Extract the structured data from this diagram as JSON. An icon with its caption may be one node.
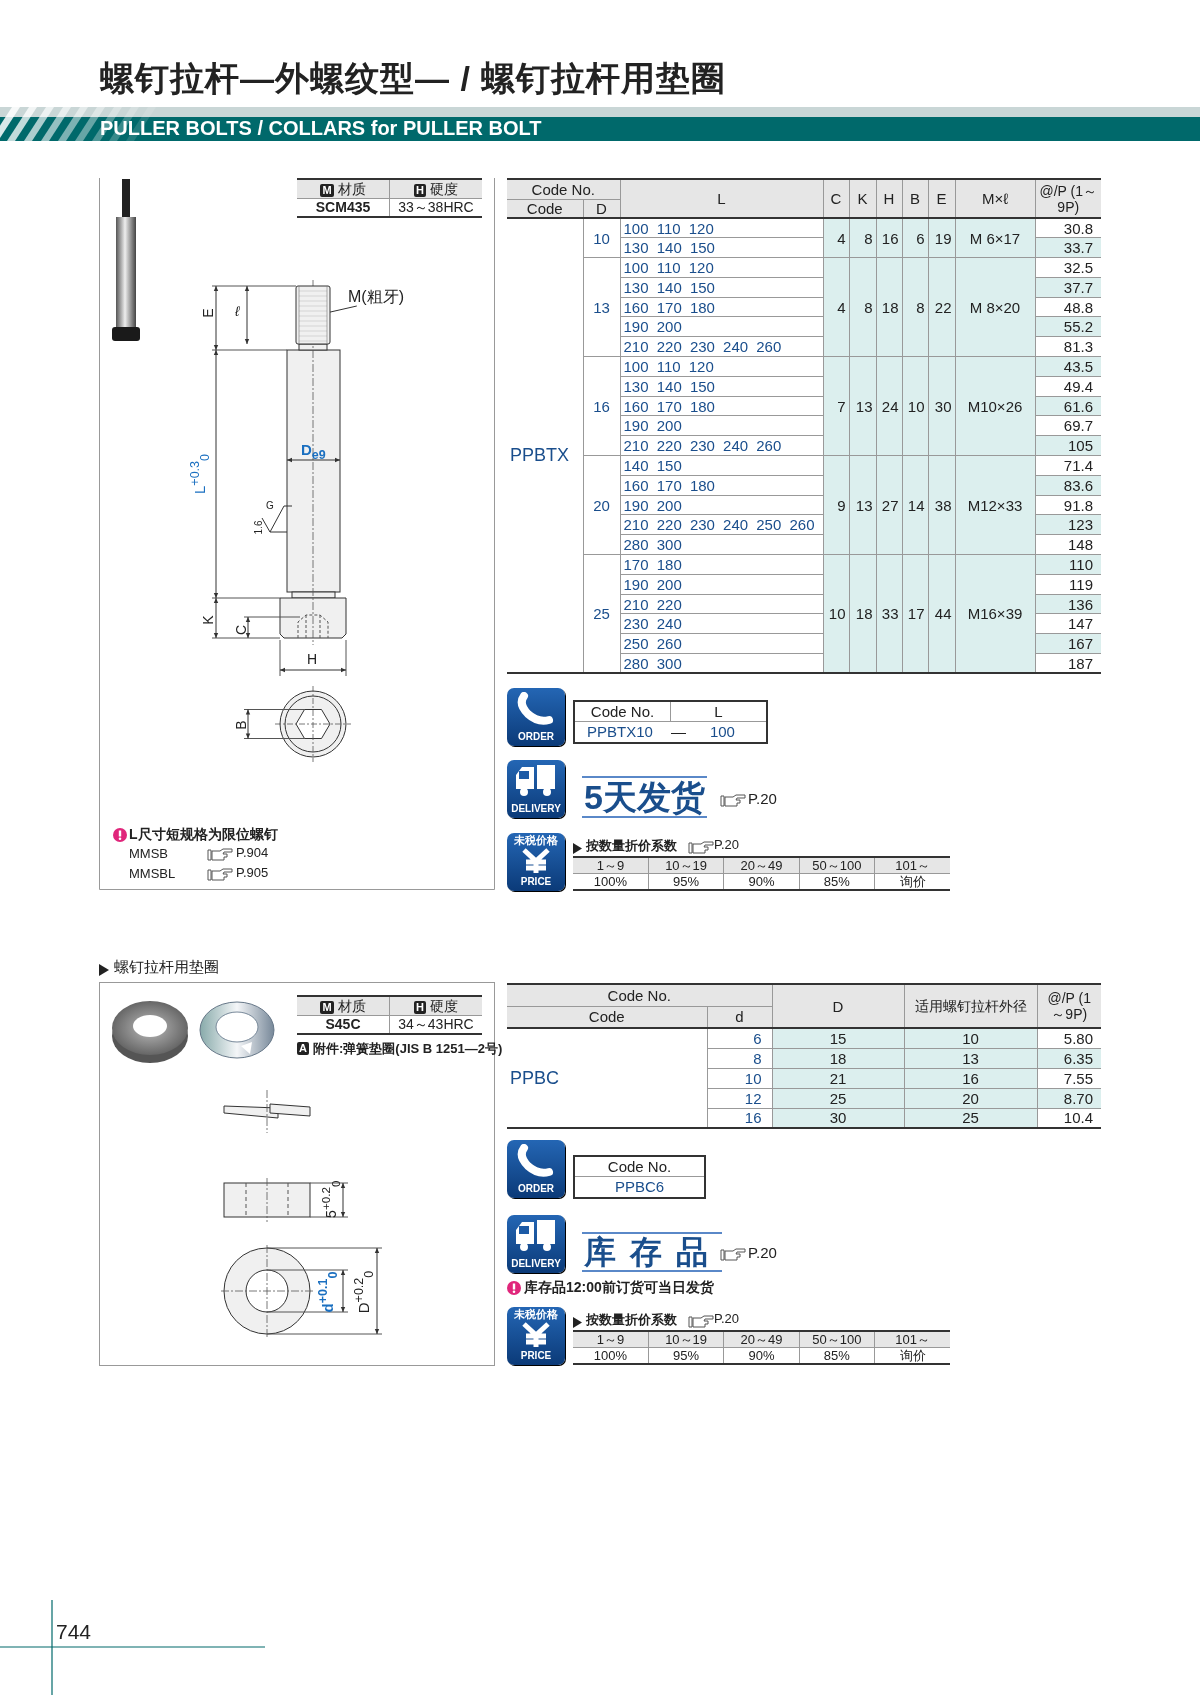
{
  "diagram": {
    "title": "螺钉拉杆—外螺纹型— / 螺钉拉杆用垫圈",
    "nodes": [
      {
        "text": [
          "M(粗牙)"
        ]
      },
      {
        "text": [],
        "shape": "picture"
      }
    ],
    "edges": [
      {
        "from": 0,
        "to": 1,
        "arrow": "none"
      }
    ],
    "labels": [
      "PULLER BOLTS / COLLARS for PULLER BOLT",
      "M",
      "材质",
      "H",
      "硬度",
      "SCM435",
      "33～38HRC",
      "E",
      "ℓ",
      "D$_{e9}$",
      "L$^{+0.3}$$_{0}$",
      "G",
      "1.6",
      "K",
      "C",
      "H",
      "B",
      "L尺寸短规格为限位螺钉",
      "MMSB",
      "P.904",
      "MMSBL",
      "P.905",
      "Code No.",
      "L",
      "C",
      "K",
      "H",
      "B",
      "E",
      "M×ℓ",
      "@/P (1～9P)",
      "Code",
      "D",
      "PPBTX",
      "10",
      "100 110 120",
      "4",
      "8",
      "16",
      "6",
      "19",
      "M 6×17",
      "30.8",
      "130 140 150",
      "33.7",
      "13",
      "100 110 120",
      "4",
      "8",
      "18",
      "8",
      "22",
      "M 8×20",
      "32.5",
      "130 140 150",
      "37.7",
      "160 170 180",
      "48.8",
      "190 200",
      "55.2",
      "210 220 230 240 260",
      "81.3",
      "16",
      "100 110 120",
      "7",
      "13",
      "24",
      "10",
      "30",
      "M10×26",
      "43.5",
      "130 140 150",
      "49.4",
      "160 170 180",
      "61.6",
      "190 200",
      "69.7",
      "210 220 230 240 260",
      "105",
      "20",
      "140 150",
      "9",
      "13",
      "27",
      "14",
      "38",
      "M12×33",
      "71.4",
      "160 170 180",
      "83.6",
      "190 200",
      "91.8",
      "210 220 230 240 250 260",
      "123",
      "280 300",
      "148",
      "25",
      "170 180",
      "10",
      "18",
      "33",
      "17",
      "44",
      "M16×39",
      "110",
      "190 200",
      "119",
      "210 220",
      "136",
      "230 240",
      "147",
      "250 260",
      "167",
      "280 300",
      "187",
      "ORDER",
      "Code No.",
      "L",
      "PPBTX10",
      "—",
      "100",
      "DELIVERY",
      "5天发货",
      "P.20",
      "未税价格",
      "PRICE",
      "按数量折价系数",
      "P.20",
      "1～9",
      "10～19",
      "20～49",
      "50～100",
      "101～",
      "100%",
      "95%",
      "90%",
      "85%",
      "询价",
      "螺钉拉杆用垫圈",
      "M",
      "材质",
      "H",
      "硬度",
      "S45C",
      "34～43HRC",
      "A",
      "附件:弹簧垫圈(JIS B 1251—2号)",
      "5$^{+0.2}$$_{0}$",
      "d$^{+0.1}$$_{0}$",
      "D$^{+0.2}$$_{0}$",
      "Code No.",
      "D",
      "适用螺钉拉杆外径",
      "@/P (1～9P)",
      "Code",
      "d",
      "PPBC",
      "6",
      "15",
      "10",
      "5.80",
      "8",
      "18",
      "13",
      "6.35",
      "10",
      "21",
      "16",
      "7.55",
      "12",
      "25",
      "20",
      "8.70",
      "16",
      "30",
      "25",
      "10.4",
      "ORDER",
      "Code No.",
      "PPBC6",
      "DELIVERY",
      "库存品",
      "P.20",
      "库存品12:00前订货可当日发货",
      "未税价格",
      "PRICE",
      "按数量折价系数",
      "P.20",
      "1～9",
      "10～19",
      "20～49",
      "50～100",
      "101～",
      "100%",
      "95%",
      "90%",
      "85%",
      "询价",
      "744"
    ]
  }
}
